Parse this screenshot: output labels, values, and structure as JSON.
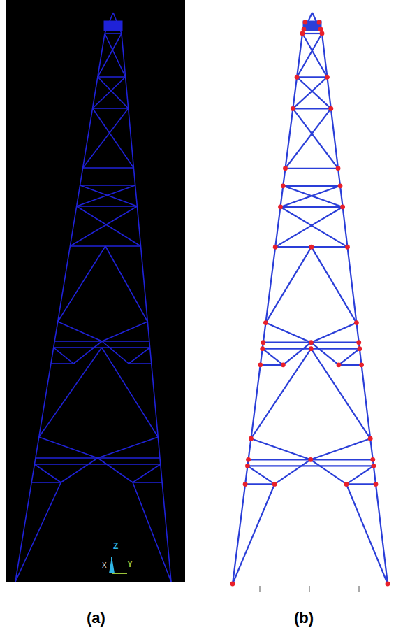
{
  "diagram": {
    "labels": [
      "Z",
      "X",
      "Y",
      "(a)",
      "(b)"
    ]
  }
}
